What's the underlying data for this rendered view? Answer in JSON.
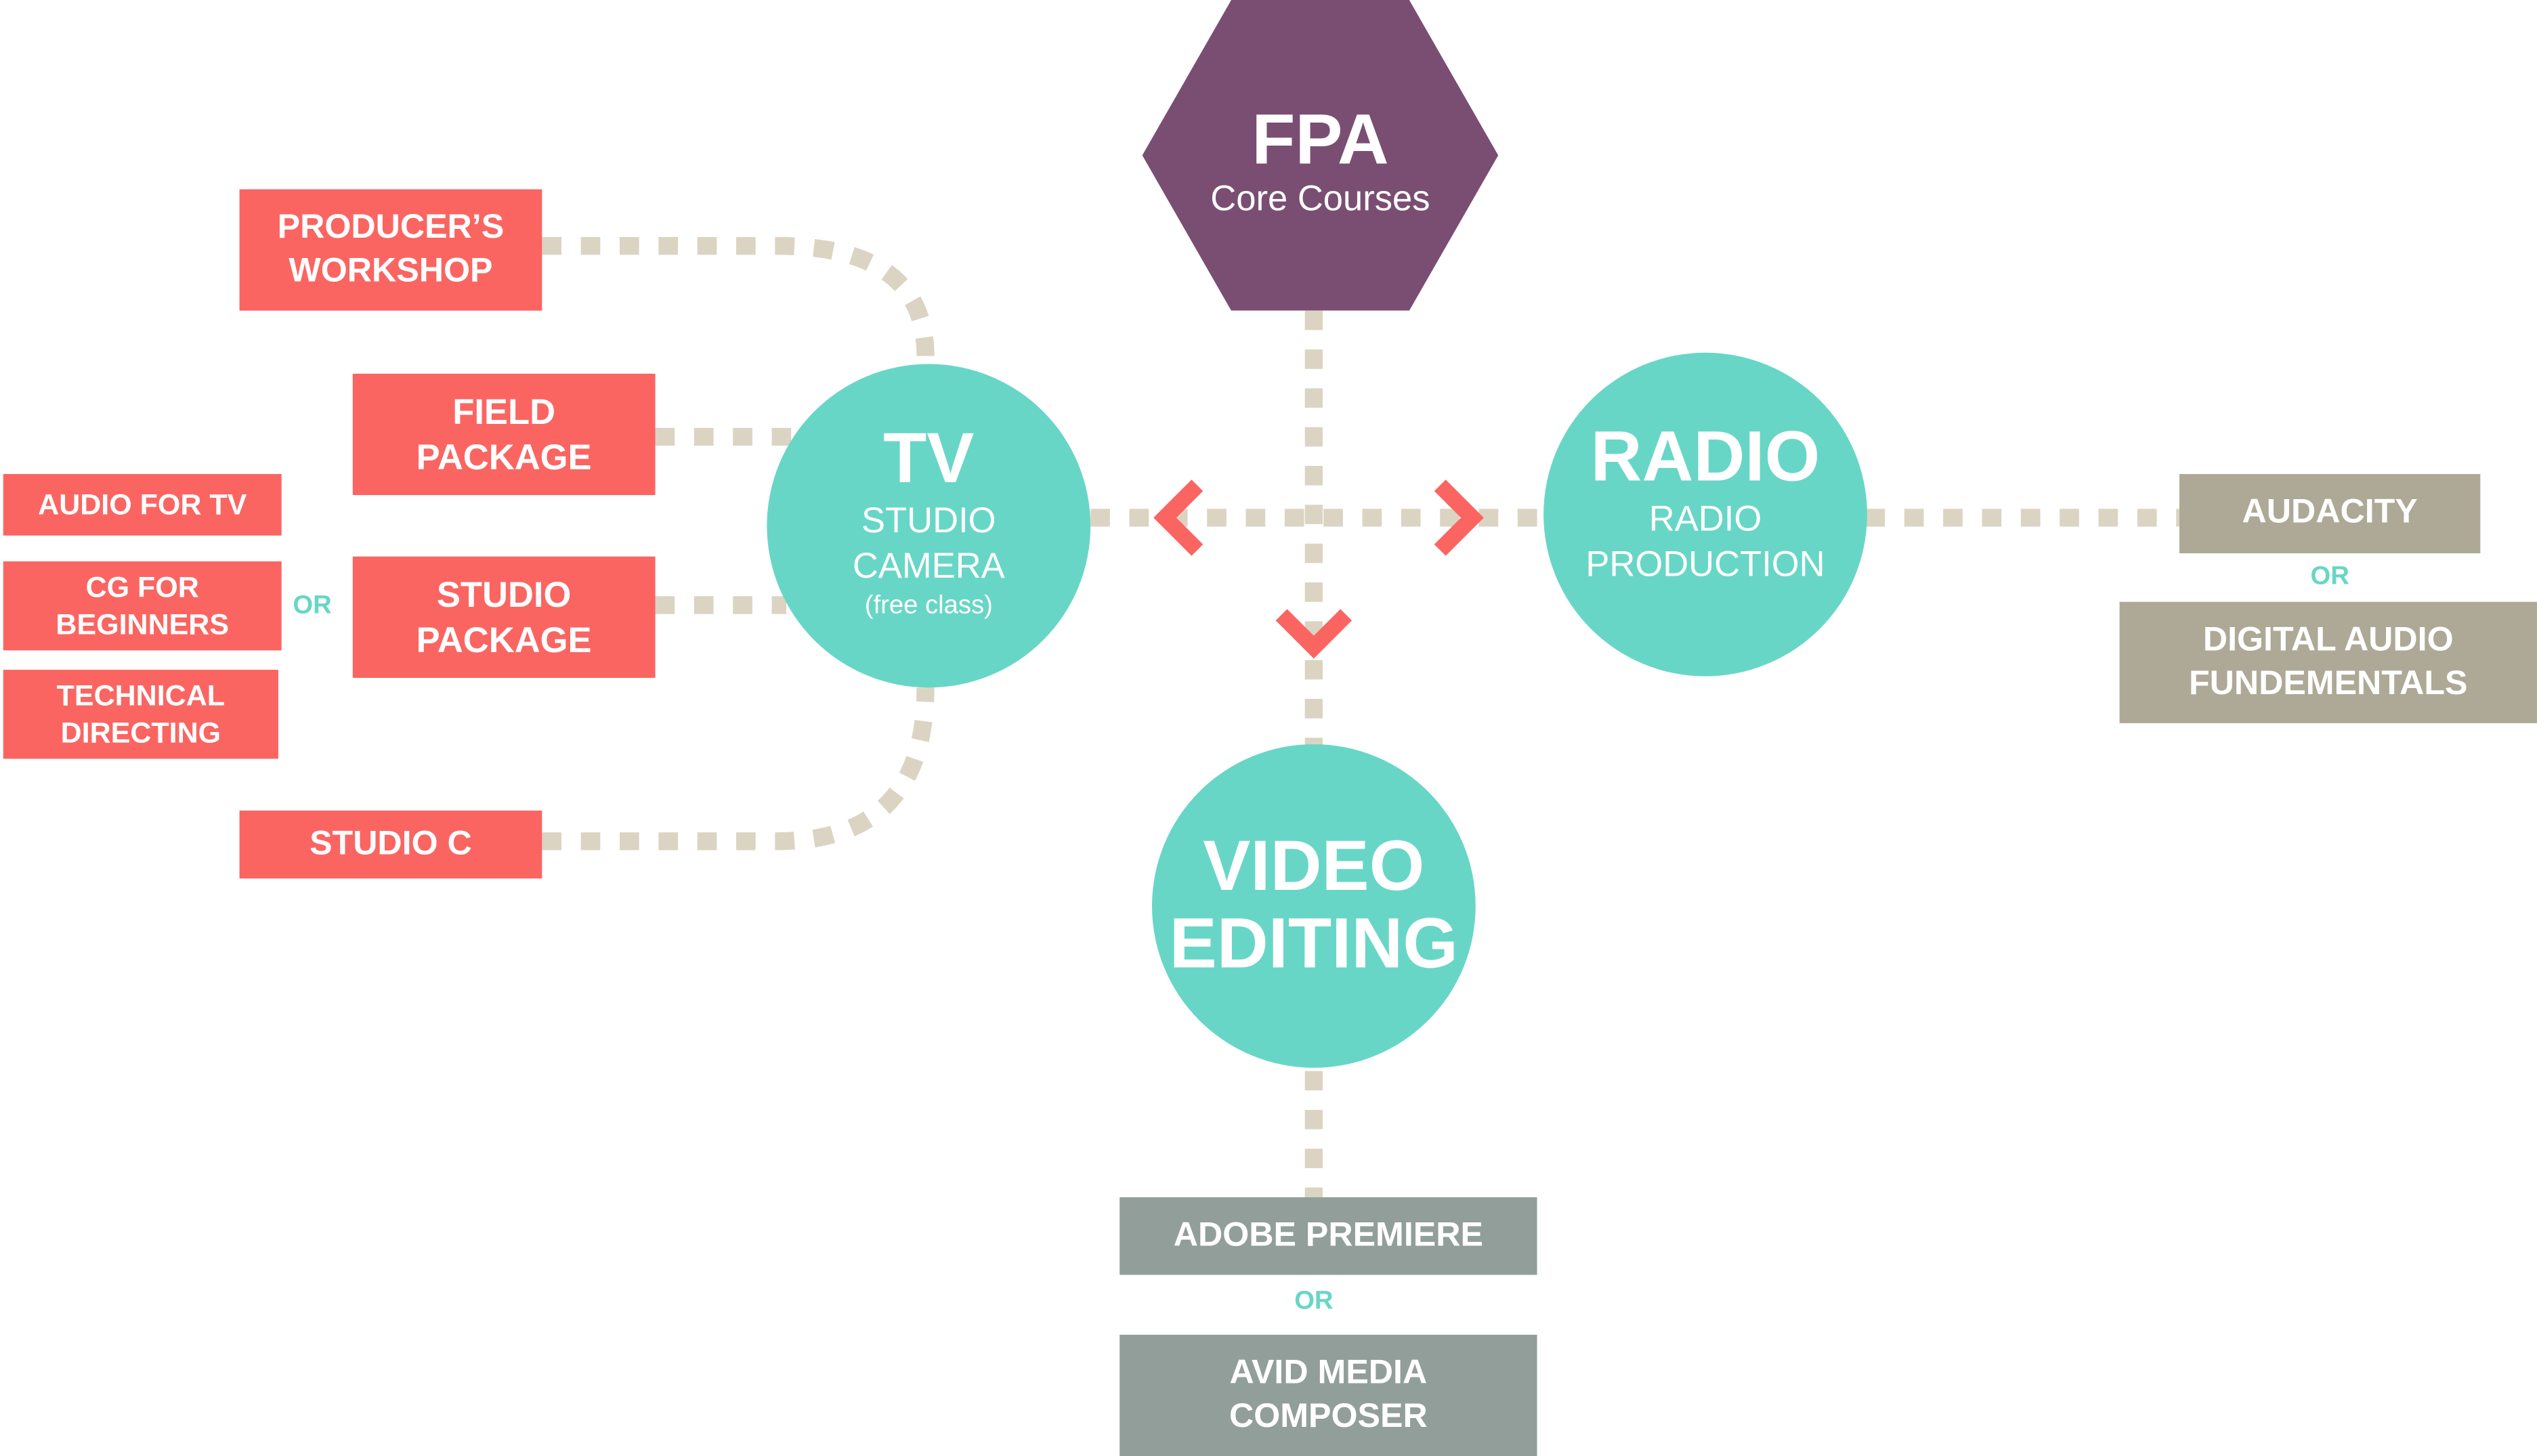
{
  "colors": {
    "hex": "#7a4e72",
    "circle": "#68d6c6",
    "red_box": "#fa6562",
    "taupe_box": "#aea896",
    "gray_box": "#929e9a",
    "connector": "#dbd4c2",
    "arrow": "#fa6562",
    "or_text": "#68d6c6"
  },
  "hub": {
    "title": "FPA",
    "subtitle": "Core Courses"
  },
  "tv": {
    "title": "TV",
    "line1": "STUDIO",
    "line2": "CAMERA",
    "note": "(free class)"
  },
  "radio": {
    "title": "RADIO",
    "line1": "RADIO",
    "line2": "PRODUCTION"
  },
  "video": {
    "line1": "VIDEO",
    "line2": "EDITING"
  },
  "tv_courses": {
    "producers_workshop": "PRODUCER’S\nWORKSHOP",
    "field_package": "FIELD\nPACKAGE",
    "studio_package": "STUDIO\nPACKAGE",
    "studio_c": "STUDIO C",
    "or_label": "OR",
    "alternatives": {
      "audio_for_tv": "AUDIO FOR TV",
      "cg_for_beginners": "CG FOR\nBEGINNERS",
      "technical_directing": "TECHNICAL\nDIRECTING"
    }
  },
  "radio_courses": {
    "audacity": "AUDACITY",
    "or_label": "OR",
    "digital_audio": "DIGITAL AUDIO\nFUNDEMENTALS"
  },
  "video_courses": {
    "adobe_premiere": "ADOBE PREMIERE",
    "or_label": "OR",
    "avid": "AVID  MEDIA\nCOMPOSER"
  }
}
